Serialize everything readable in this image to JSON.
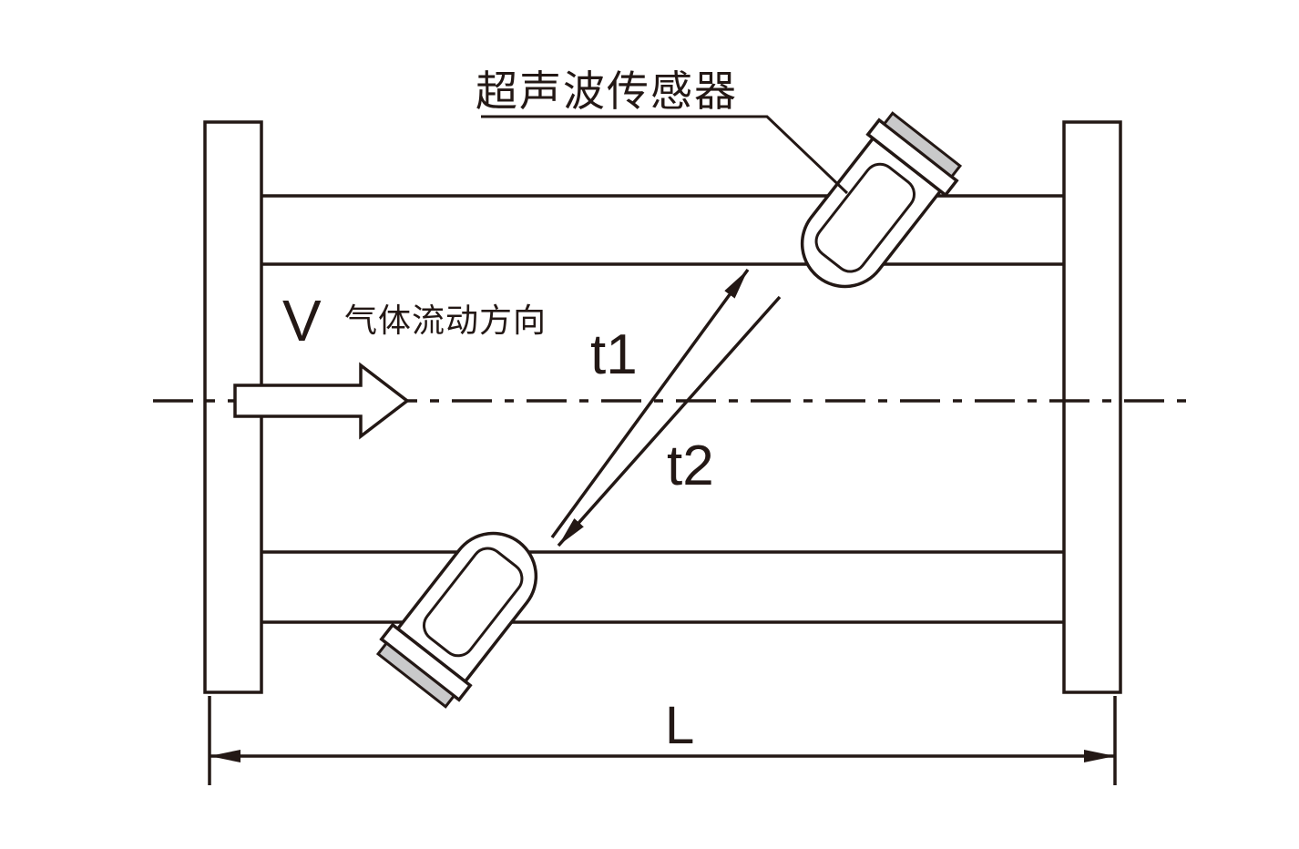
{
  "diagram": {
    "sensor_label": "超声波传感器",
    "velocity_symbol": "V",
    "flow_direction_label": "气体流动方向",
    "time_upstream_label": "t1",
    "time_downstream_label": "t2",
    "length_label": "L",
    "colors": {
      "line": "#231815",
      "sensor_cap": "#c9c9ca",
      "background": "#ffffff"
    }
  }
}
